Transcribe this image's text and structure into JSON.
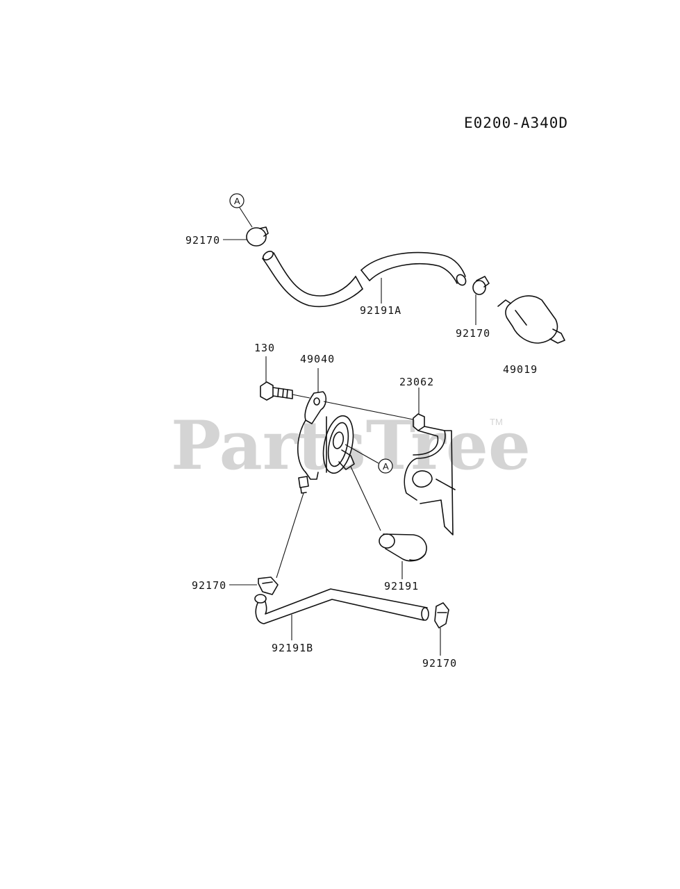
{
  "diagram_code": "E0200-A340D",
  "watermark": {
    "text": "PartsTree",
    "trademark": "TM"
  },
  "reference_marker": "A",
  "part_labels": {
    "clamp_top": "92170",
    "hose_top": "92191A",
    "clamp_filter": "92170",
    "fuel_filter": "49019",
    "bolt": "130",
    "fuel_pump": "49040",
    "bracket": "23062",
    "hose_elbow": "92191",
    "clamp_lower_left": "92170",
    "hose_lower": "92191B",
    "clamp_lower_right": "92170"
  },
  "colors": {
    "line": "#111111",
    "watermark": "#d4d4d4",
    "background": "#ffffff"
  }
}
